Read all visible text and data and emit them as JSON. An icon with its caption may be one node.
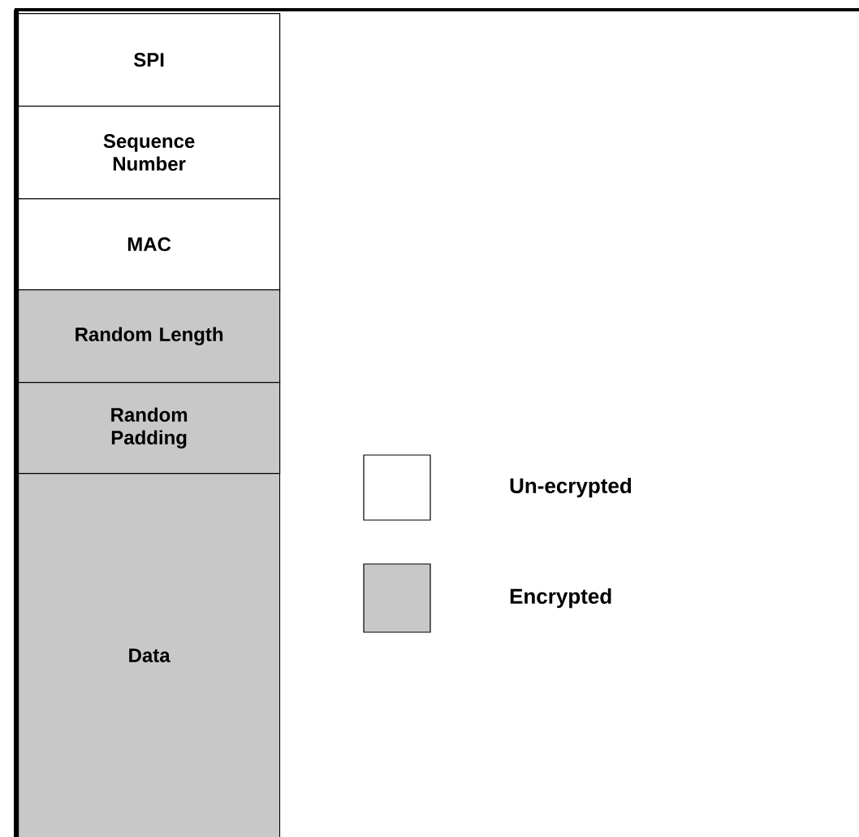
{
  "diagram": {
    "nodes": [
      {
        "text": [
          "SPI"
        ]
      },
      {
        "text": [
          "Sequence Number"
        ]
      },
      {
        "text": [
          "MAC"
        ]
      },
      {
        "text": [
          "Random Length"
        ]
      },
      {
        "text": [
          "Random Padding"
        ]
      },
      {
        "text": [
          "Data"
        ]
      }
    ],
    "legend": [
      {
        "text": "Un-ecrypted"
      },
      {
        "text": "Encrypted",
        "color": "#c8c8c8"
      }
    ]
  }
}
